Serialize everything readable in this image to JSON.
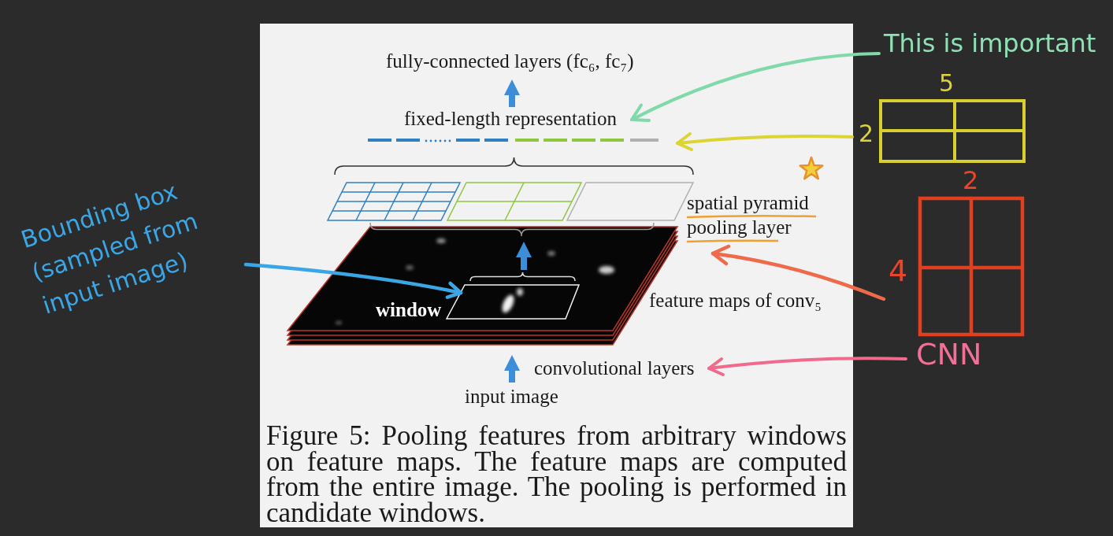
{
  "diagram": {
    "caption": "Figure 5: Pooling features from arbitrary windows on feature maps. The feature maps are computed from the entire image. The pooling is performed in candidate windows.",
    "nodes": [
      {
        "text": [
          "fixed-length representation"
        ]
      },
      {
        "text": [
          "spatial pyramid pooling layer"
        ]
      },
      {
        "text": [
          "feature maps of conv₅"
        ]
      },
      {
        "text": [
          "window"
        ],
        "in": 2
      }
    ],
    "edges": [
      {
        "from": 3,
        "to": 1,
        "arrow": "to"
      }
    ],
    "labels": [
      "fully-connected layers (fc₆, fc₇)",
      "convolutional layers",
      "input image",
      "This is important",
      "Bounding box (sampled from input image)",
      "5",
      "2",
      "2",
      "4",
      "CNN"
    ]
  }
}
